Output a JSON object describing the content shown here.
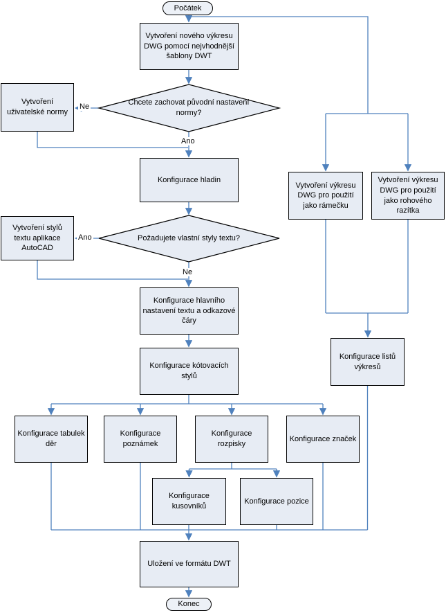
{
  "flowchart": {
    "colors": {
      "connector": "#4F81BD",
      "node_fill": "#E7ECF4",
      "node_border": "#000000",
      "background": "#FFFFFF"
    },
    "nodes": {
      "start": {
        "type": "terminator",
        "label": "Počátek"
      },
      "create_drawing": {
        "type": "process",
        "label": "Vytvoření nového výkresu DWG pomocí nejvhodnější šablony DWT"
      },
      "keep_norm_decision": {
        "type": "decision",
        "label": "Chcete zachovat původní nastavení normy?"
      },
      "create_user_norm": {
        "type": "process",
        "label": "Vytvoření uživatelské normy"
      },
      "configure_layers": {
        "type": "process",
        "label": "Konfigurace hladin"
      },
      "custom_text_styles_decision": {
        "type": "decision",
        "label": "Požadujete vlastní styly textu?"
      },
      "create_text_styles": {
        "type": "process",
        "label": "Vytvoření stylů textu aplikace AutoCAD"
      },
      "configure_main_text": {
        "type": "process",
        "label": "Konfigurace hlavního nastavení textu a odkazové čáry"
      },
      "configure_dim_styles": {
        "type": "process",
        "label": "Konfigurace kótovacích stylů"
      },
      "configure_hole_tables": {
        "type": "process",
        "label": "Konfigurace tabulek děr"
      },
      "configure_notes": {
        "type": "process",
        "label": "Konfigurace poznámek"
      },
      "configure_title_block": {
        "type": "process",
        "label": "Konfigurace rozpisky"
      },
      "configure_symbols": {
        "type": "process",
        "label": "Konfigurace značek"
      },
      "configure_parts_lists": {
        "type": "process",
        "label": "Konfigurace kusovníků"
      },
      "configure_balloons": {
        "type": "process",
        "label": "Konfigurace pozice"
      },
      "save_dwt": {
        "type": "process",
        "label": "Uložení ve formátu DWT"
      },
      "end": {
        "type": "terminator",
        "label": "Konec"
      },
      "create_border_dwg": {
        "type": "process",
        "label": "Vytvoření výkresu DWG pro použití jako rámečku"
      },
      "create_stamp_dwg": {
        "type": "process",
        "label": "Vytvoření výkresu DWG pro použití jako rohového razítka"
      },
      "configure_sheets": {
        "type": "process",
        "label": "Konfigurace listů výkresů"
      }
    },
    "edge_labels": {
      "d1_no": "Ne",
      "d1_yes": "Ano",
      "d2_yes": "Ano",
      "d2_no": "Ne"
    }
  }
}
